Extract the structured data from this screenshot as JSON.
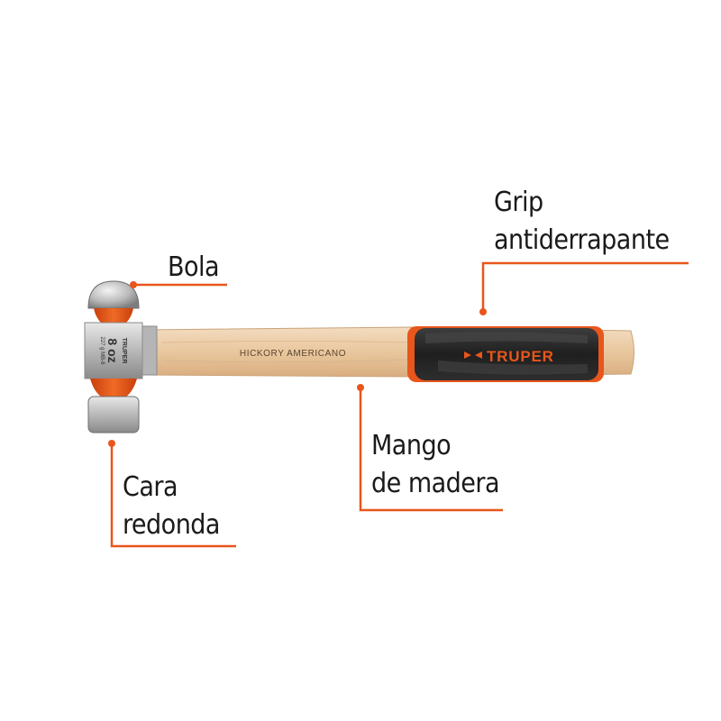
{
  "labels": {
    "bola": "Bola",
    "grip_line1": "Grip",
    "grip_line2": "antiderrapante",
    "mango_line1": "Mango",
    "mango_line2": "de madera",
    "cara_line1": "Cara",
    "cara_line2": "redonda"
  },
  "product": {
    "handle_text": "HICKORY AMERICANO",
    "brand": "TRUPER",
    "head_brand": "TRUPER",
    "head_weight": "8 oz",
    "head_grams": "227 g",
    "head_model": "MB-8"
  },
  "colors": {
    "accent": "#e8561b",
    "wood": "#eac9a2",
    "grip": "#2a2a2a",
    "steel": "#b8b8b8",
    "text": "#1a1a1a"
  }
}
